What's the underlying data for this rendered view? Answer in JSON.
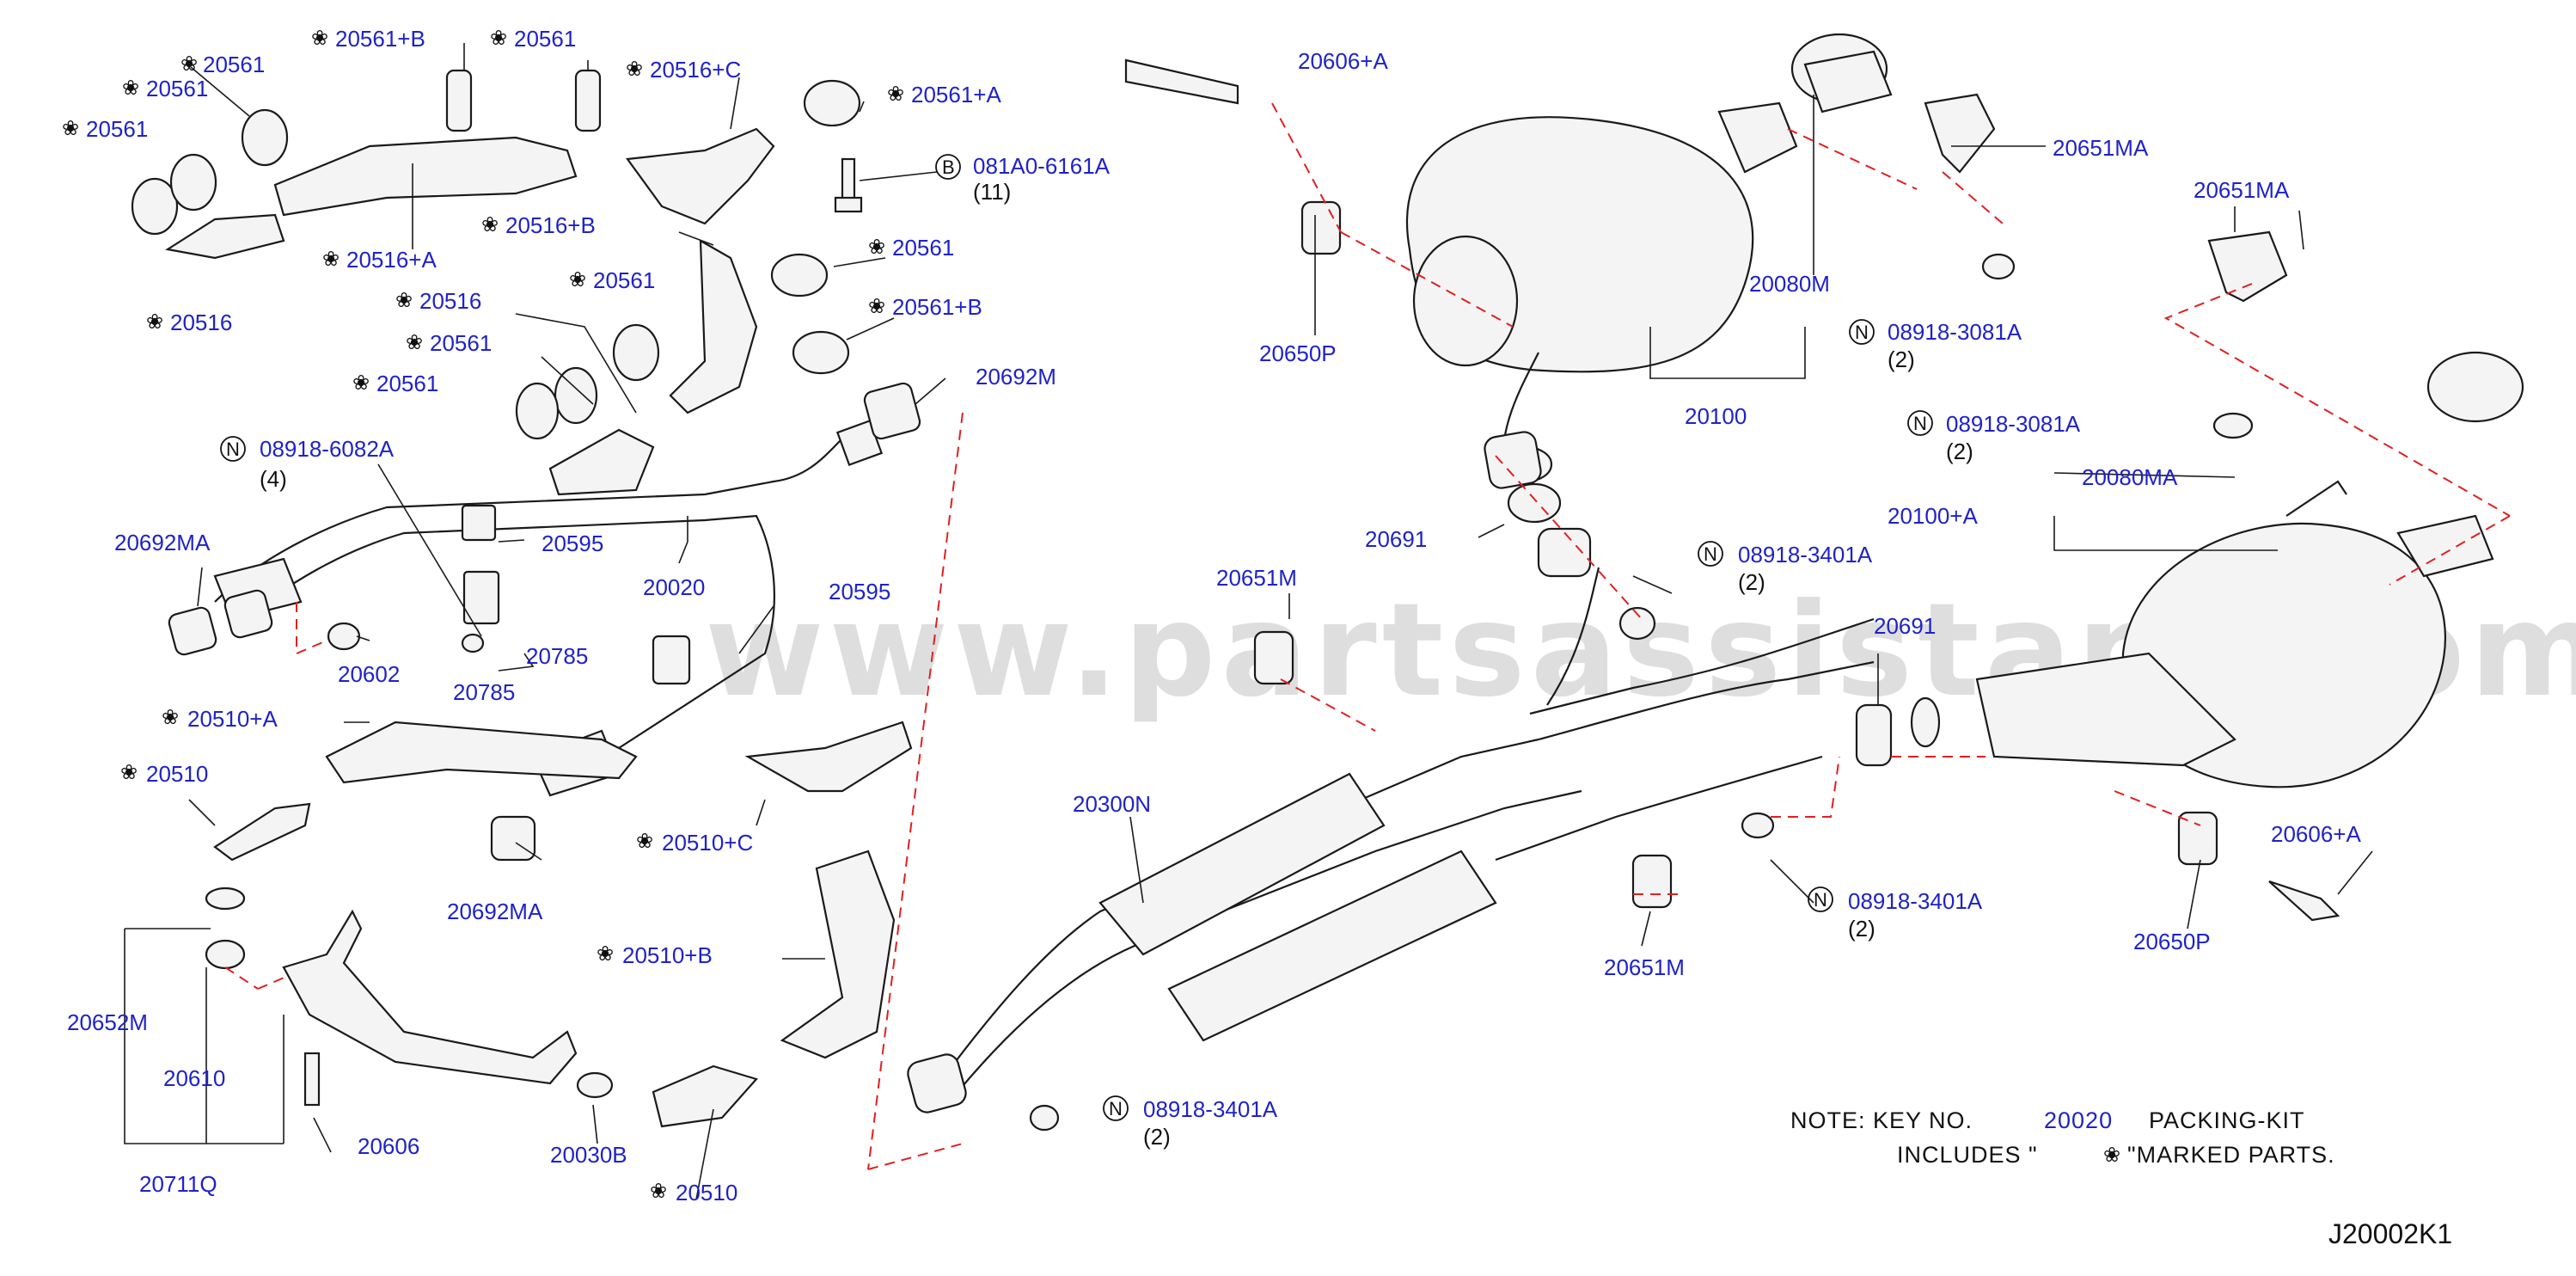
{
  "diagram": {
    "watermark": "www.partsassistant.com",
    "reference_code": "J20002K1",
    "note": {
      "line1_prefix": "NOTE:   KEY   NO.",
      "key_no": "20020",
      "line1_suffix": "PACKING-KIT",
      "line2_prefix": "INCLUDES   \"",
      "line2_suffix": "\"MARKED   PARTS."
    },
    "labels": [
      {
        "text": "20561",
        "starred": true
      },
      {
        "text": "20561+B",
        "starred": true
      },
      {
        "text": "20561",
        "starred": true
      },
      {
        "text": "20516+C",
        "starred": true
      },
      {
        "text": "20561+A",
        "starred": true
      },
      {
        "text": "20561",
        "starred": true
      },
      {
        "text": "20561",
        "starred": true
      },
      {
        "text": "081A0-6161A",
        "circled": "B"
      },
      {
        "text": "(11)"
      },
      {
        "text": "20516+B",
        "starred": true
      },
      {
        "text": "20516+A",
        "starred": true
      },
      {
        "text": "20561",
        "starred": true
      },
      {
        "text": "20516",
        "starred": true
      },
      {
        "text": "20561",
        "starred": true
      },
      {
        "text": "20516",
        "starred": true
      },
      {
        "text": "20561+B",
        "starred": true
      },
      {
        "text": "20561",
        "starred": true
      },
      {
        "text": "20561",
        "starred": true
      },
      {
        "text": "20692M"
      },
      {
        "text": "08918-6082A",
        "circled": "N"
      },
      {
        "text": "(4)"
      },
      {
        "text": "20692MA"
      },
      {
        "text": "20595"
      },
      {
        "text": "20020"
      },
      {
        "text": "20595"
      },
      {
        "text": "20602"
      },
      {
        "text": "20785"
      },
      {
        "text": "20785"
      },
      {
        "text": "20510+A",
        "starred": true
      },
      {
        "text": "20510",
        "starred": true
      },
      {
        "text": "20510+C",
        "starred": true
      },
      {
        "text": "20692MA"
      },
      {
        "text": "20652M"
      },
      {
        "text": "20610"
      },
      {
        "text": "20606"
      },
      {
        "text": "20711Q"
      },
      {
        "text": "20510+B",
        "starred": true
      },
      {
        "text": "20030B"
      },
      {
        "text": "20510",
        "starred": true
      },
      {
        "text": "20606+A"
      },
      {
        "text": "20650P"
      },
      {
        "text": "20080M"
      },
      {
        "text": "20100"
      },
      {
        "text": "20651MA"
      },
      {
        "text": "08918-3081A",
        "circled": "N"
      },
      {
        "text": "(2)"
      },
      {
        "text": "20651MA"
      },
      {
        "text": "08918-3081A",
        "circled": "N"
      },
      {
        "text": "(2)"
      },
      {
        "text": "20080MA"
      },
      {
        "text": "20100+A"
      },
      {
        "text": "20691"
      },
      {
        "text": "08918-3401A",
        "circled": "N"
      },
      {
        "text": "(2)"
      },
      {
        "text": "20651M"
      },
      {
        "text": "20691"
      },
      {
        "text": "20300N"
      },
      {
        "text": "08918-3401A",
        "circled": "N"
      },
      {
        "text": "(2)"
      },
      {
        "text": "20651M"
      },
      {
        "text": "20606+A"
      },
      {
        "text": "20650P"
      },
      {
        "text": "08918-3401A",
        "circled": "N"
      },
      {
        "text": "(2)"
      }
    ]
  }
}
